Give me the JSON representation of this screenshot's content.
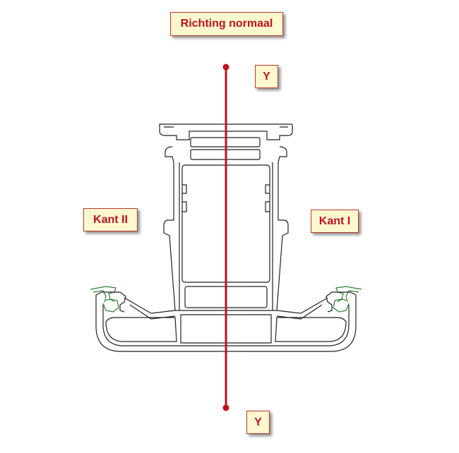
{
  "labels": {
    "title": "Richting normaal",
    "axis_top": "Y",
    "axis_bottom": "Y",
    "side_left": "Kant II",
    "side_right": "Kant I"
  },
  "colors": {
    "profile_outline": "#222222",
    "axis_line": "#c0121f",
    "gasket": "#2e7d32",
    "label_fill": "#fff8cf",
    "label_text": "#c0121f"
  }
}
